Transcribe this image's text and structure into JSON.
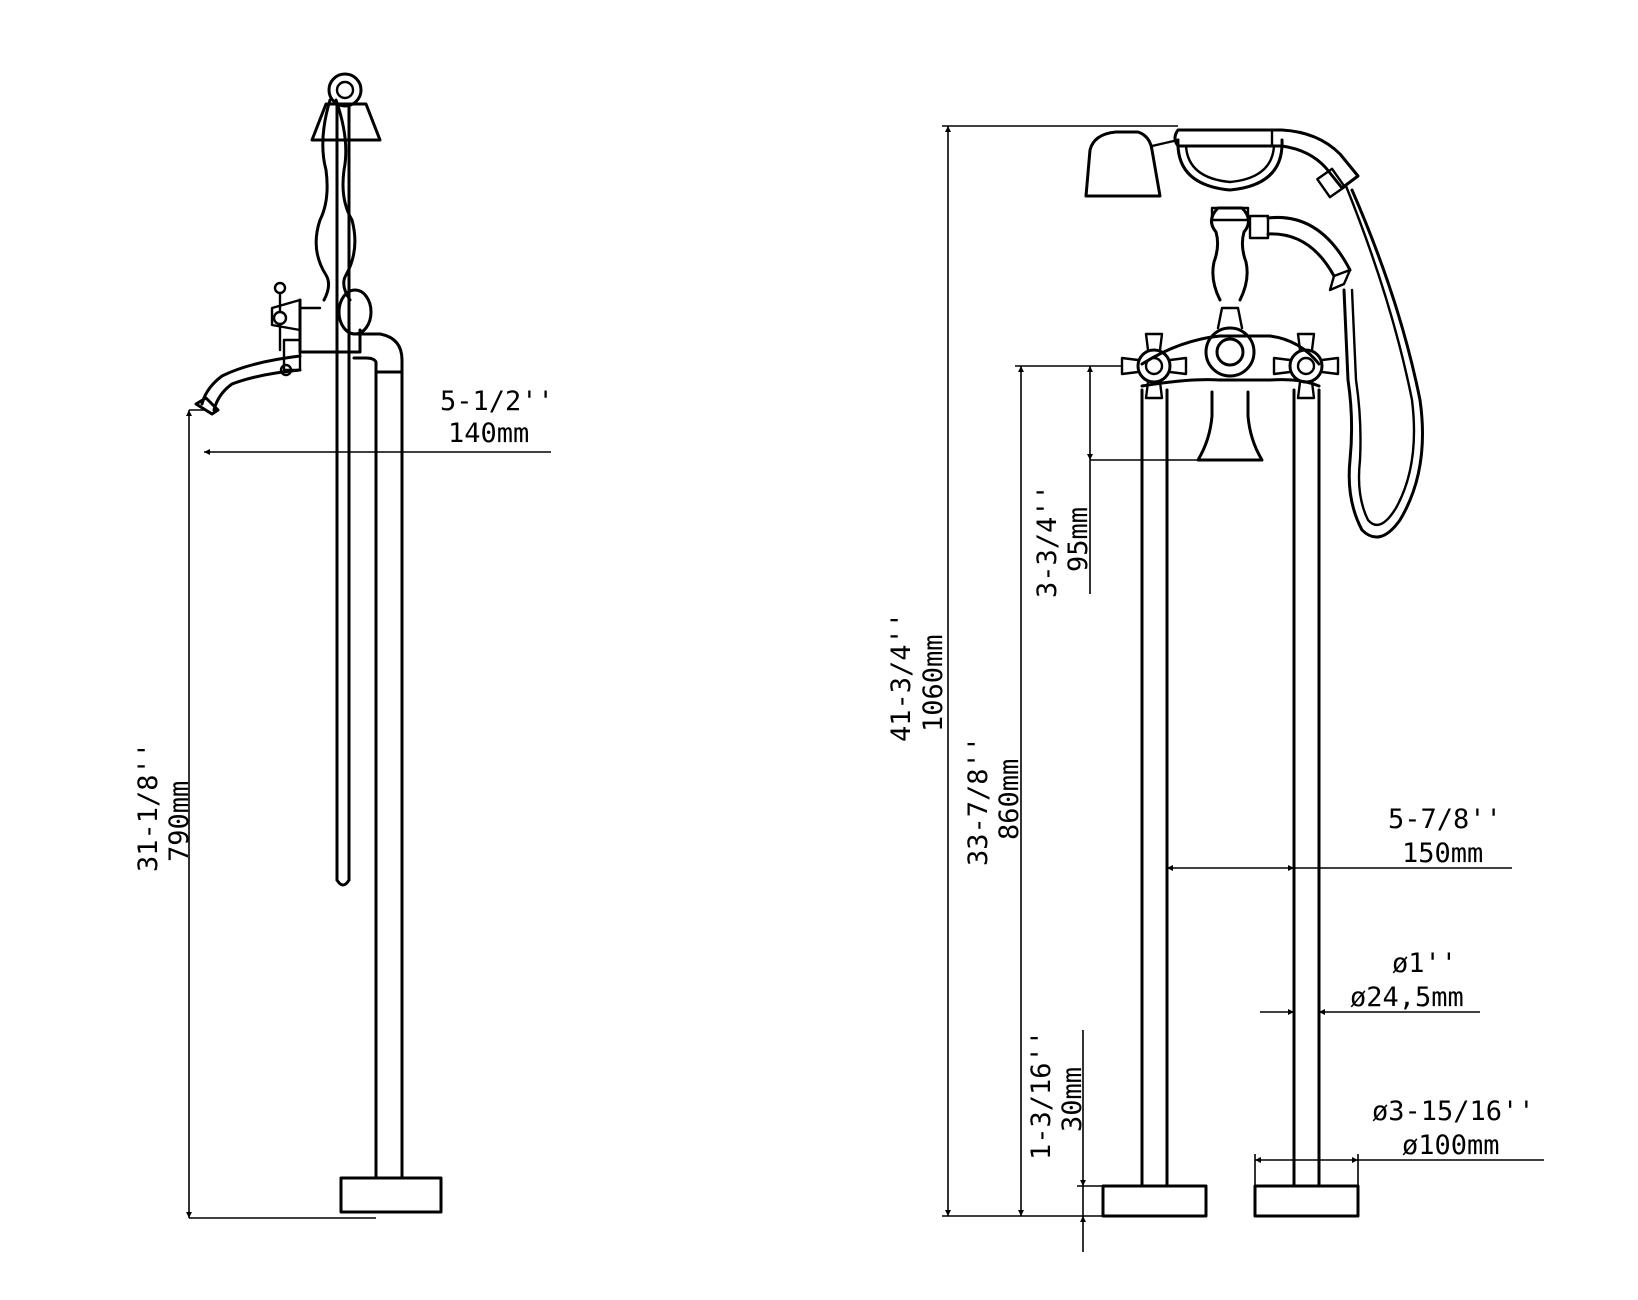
{
  "dimensions": {
    "side_spout_reach": {
      "imperial": "5-1/2''",
      "metric": "140mm"
    },
    "side_spout_height": {
      "imperial": "31-1/8''",
      "metric": "790mm"
    },
    "total_height": {
      "imperial": "41-3/4''",
      "metric": "1060mm"
    },
    "handle_height": {
      "imperial": "33-7/8''",
      "metric": "860mm"
    },
    "spout_drop": {
      "imperial": "3-3/4''",
      "metric": "95mm"
    },
    "base_height": {
      "imperial": "1-3/16''",
      "metric": "30mm"
    },
    "leg_spacing": {
      "imperial": "5-7/8''",
      "metric": "150mm"
    },
    "pipe_diameter": {
      "imperial": "ø1''",
      "metric": "ø24,5mm"
    },
    "base_diameter": {
      "imperial": "ø3-15/16''",
      "metric": "ø100mm"
    }
  }
}
